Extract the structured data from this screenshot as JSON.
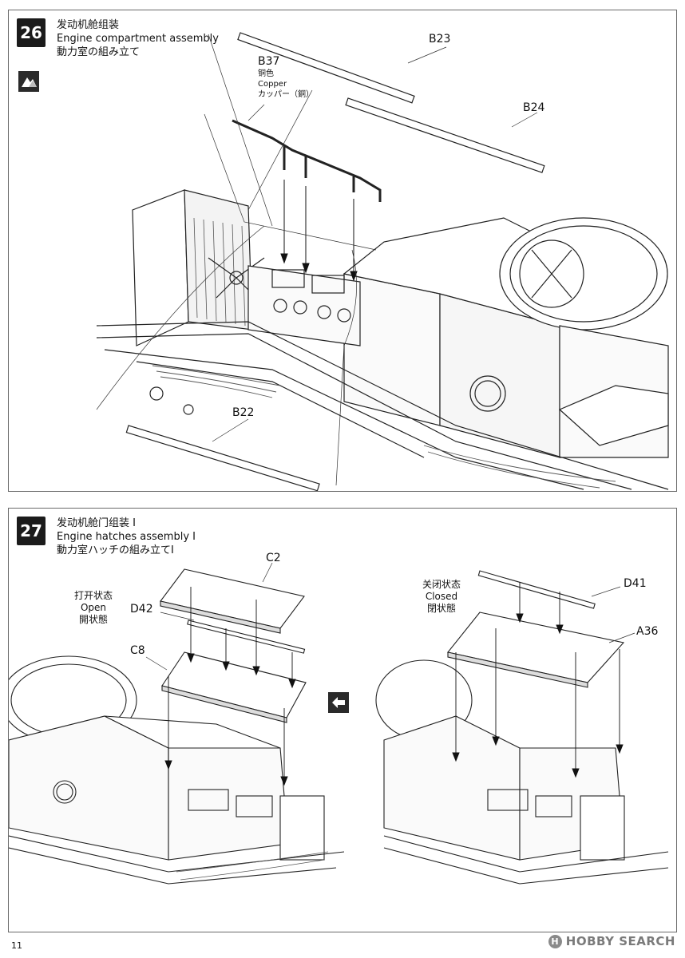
{
  "steps": [
    {
      "number": "26",
      "title_zh": "发动机舱组装",
      "title_en": "Engine compartment assembly",
      "title_ja": "動力室の組み立て",
      "parts": {
        "b23": "B23",
        "b24": "B24",
        "b37": "B37",
        "b22": "B22"
      },
      "b37_color": {
        "zh": "铜色",
        "en": "Copper",
        "ja": "カッパー（銅）"
      }
    },
    {
      "number": "27",
      "title_zh": "发动机舱门组装 I",
      "title_en": "Engine hatches assembly I",
      "title_ja": "動力室ハッチの組み立てI",
      "parts": {
        "c2": "C2",
        "d42": "D42",
        "c8": "C8",
        "d41": "D41",
        "a36": "A36"
      },
      "open_state": {
        "zh": "打开状态",
        "en": "Open",
        "ja": "開状態"
      },
      "closed_state": {
        "zh": "关闭状态",
        "en": "Closed",
        "ja": "閉状態"
      }
    }
  ],
  "footer": {
    "page_number": "11",
    "watermark": "HOBBY SEARCH"
  },
  "colors": {
    "ink": "#111111",
    "badge": "#1b1b1b",
    "frame": "#6a6a6a"
  },
  "icons": [
    "two-variants-icon",
    "alternative-arrows-icon",
    "hobby-search-logo-icon"
  ]
}
